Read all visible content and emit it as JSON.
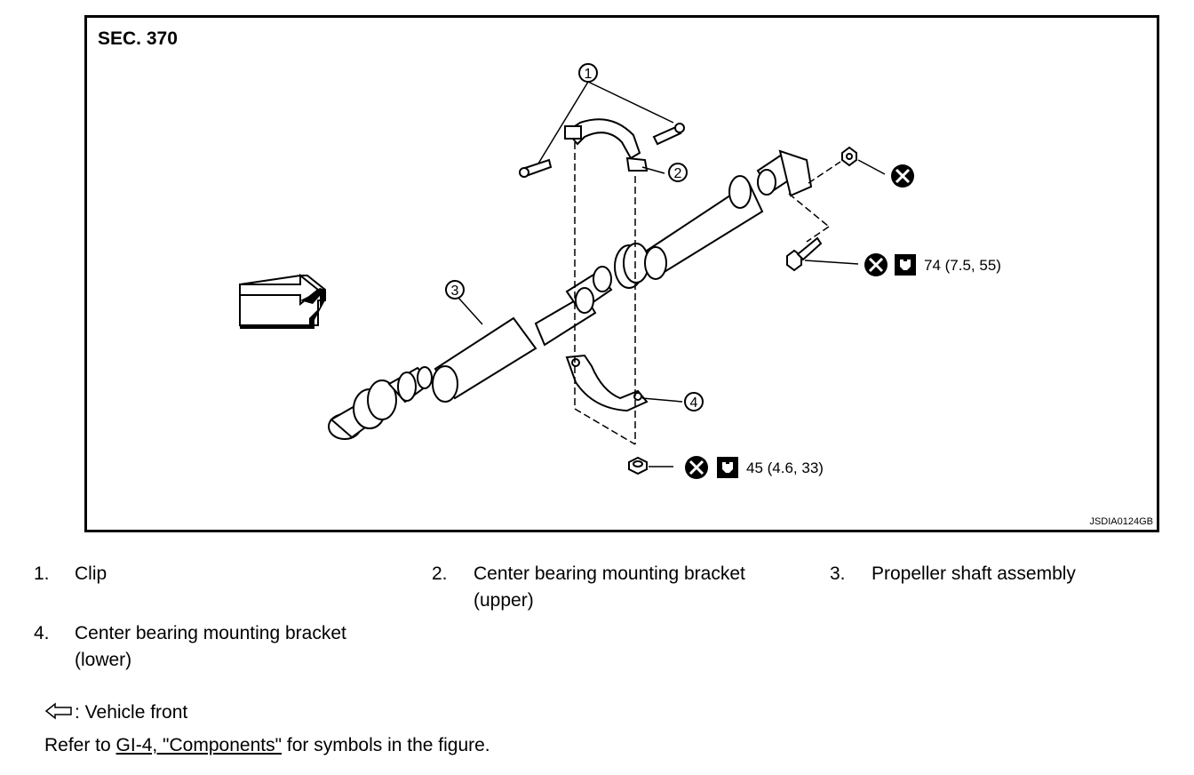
{
  "figure": {
    "section_label": "SEC. 370",
    "figure_id": "JSDIA0124GB",
    "callouts": [
      "1",
      "2",
      "3",
      "4"
    ],
    "torque_upper": "74 (7.5, 55)",
    "torque_lower": "45 (4.6, 33)"
  },
  "legend": [
    {
      "num": "1.",
      "text_line1": "Clip",
      "text_line2": ""
    },
    {
      "num": "2.",
      "text_line1": "Center bearing mounting bracket",
      "text_line2": "(upper)"
    },
    {
      "num": "3.",
      "text_line1": "Propeller shaft assembly",
      "text_line2": ""
    },
    {
      "num": "4.",
      "text_line1": "Center bearing mounting bracket",
      "text_line2": "(lower)"
    }
  ],
  "notes": {
    "vehicle_front": ": Vehicle front",
    "refer_prefix": "Refer to ",
    "refer_link": "GI-4, \"Components\"",
    "refer_suffix": " for symbols in the figure."
  }
}
